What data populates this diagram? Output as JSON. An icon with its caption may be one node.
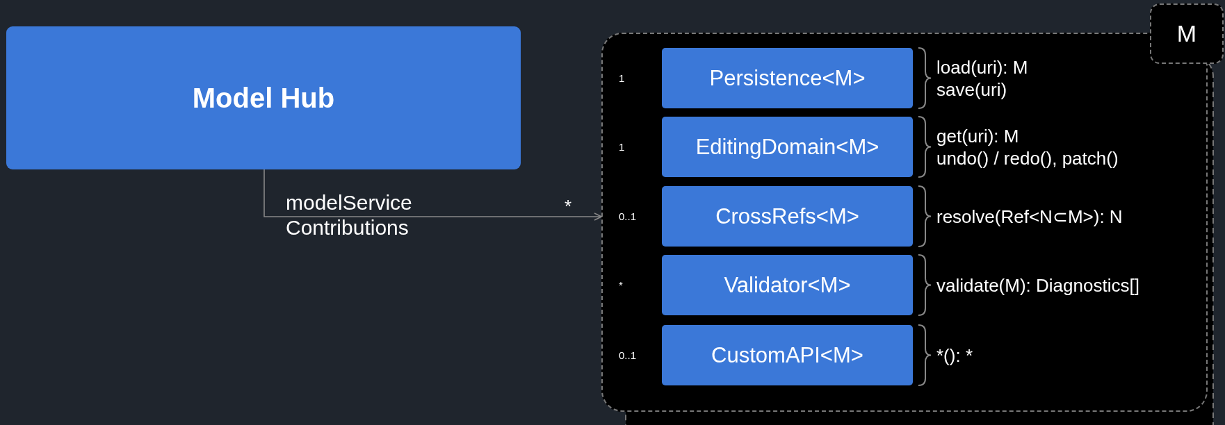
{
  "diagram": {
    "nodes": [
      {
        "text": [
          "Model Hub"
        ]
      },
      {
        "text": [],
        "shape": "box"
      },
      {
        "text": [
          "M"
        ]
      },
      {
        "text": [
          "Persistence<M>"
        ],
        "in": 1,
        "beside": [
          "1",
          "load(uri): M",
          "save(uri)"
        ]
      },
      {
        "text": [
          "EditingDomain<M>"
        ],
        "in": 1,
        "beside": [
          "1",
          "get(uri): M",
          "undo() / redo(), patch()"
        ]
      },
      {
        "text": [
          "CrossRefs<M>"
        ],
        "in": 1,
        "beside": [
          "0..1",
          "resolve(Ref<N⊂M>): N"
        ]
      },
      {
        "text": [
          "Validator<M>"
        ],
        "in": 1,
        "beside": [
          "*",
          "validate(M): Diagnostics[]"
        ]
      },
      {
        "text": [
          "CustomAPI<M>"
        ],
        "in": 1,
        "beside": [
          "0..1",
          "*(): *"
        ]
      }
    ],
    "edges": [
      {
        "from": 0,
        "to": 1,
        "arrow": "to",
        "label": "modelService Contributions"
      }
    ],
    "labels": [
      "*"
    ]
  }
}
